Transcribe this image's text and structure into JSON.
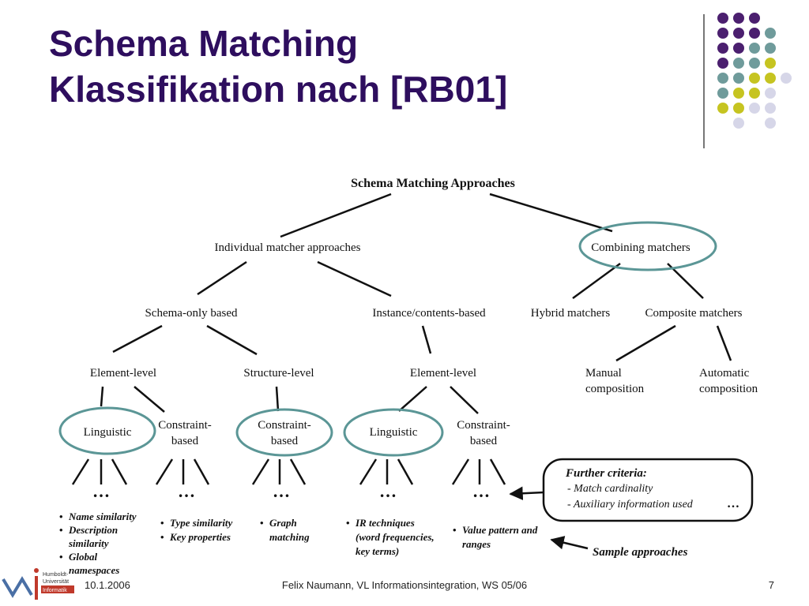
{
  "title": {
    "line1": "Schema Matching",
    "line2": "Klassifikation nach [RB01]"
  },
  "colors": {
    "title": "#2e0e5e",
    "purple": "#4b1f6f",
    "teal": "#6f9b9b",
    "olive": "#c6c421",
    "lavender": "#d6d6e8",
    "ellipse": "#5b9696"
  },
  "diagram": {
    "root": "Schema Matching Approaches",
    "individual": "Individual matcher approaches",
    "combining": "Combining matchers",
    "schema_only": "Schema-only based",
    "instance": "Instance/contents-based",
    "hybrid": "Hybrid matchers",
    "composite": "Composite matchers",
    "element_level_1": "Element-level",
    "structure_level": "Structure-level",
    "element_level_2": "Element-level",
    "manual": [
      "Manual",
      "composition"
    ],
    "automatic": [
      "Automatic",
      "composition"
    ],
    "linguistic_1": "Linguistic",
    "constraint_1": [
      "Constraint-",
      "based"
    ],
    "constraint_2": [
      "Constraint-",
      "based"
    ],
    "linguistic_2": "Linguistic",
    "constraint_3": [
      "Constraint-",
      "based"
    ],
    "ellipsis": "…",
    "bullets_1": [
      "Name similarity",
      "Description",
      "similarity",
      "Global",
      "namespaces"
    ],
    "bullets_2": [
      "Type similarity",
      "Key properties"
    ],
    "bullets_3": [
      "Graph",
      "matching"
    ],
    "bullets_4": [
      "IR techniques",
      "(word frequencies,",
      "key terms)"
    ],
    "bullets_5": [
      "Value pattern and",
      "ranges"
    ],
    "further_title": "Further criteria:",
    "further_items": [
      "- Match cardinality",
      "- Auxiliary information used",
      "…"
    ],
    "sample": "Sample approaches"
  },
  "footer": {
    "date": "10.1.2006",
    "center": "Felix Naumann, VL Informationsintegration, WS 05/06",
    "page": "7"
  },
  "logo": {
    "lines": [
      "Humboldt-",
      "Universität",
      "Informatik"
    ]
  }
}
